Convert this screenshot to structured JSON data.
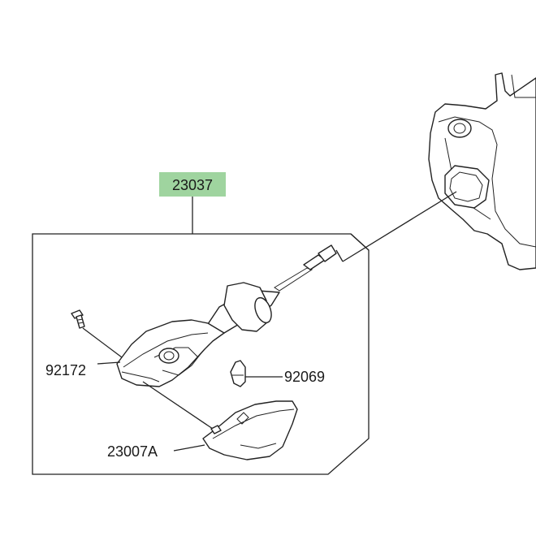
{
  "labels": {
    "assembly": "23037",
    "screw": "92172",
    "bulb": "92069",
    "lens": "23007A"
  },
  "colors": {
    "assembly_highlight": "#9fd49f",
    "lines": "#222222",
    "background": "#ffffff"
  }
}
